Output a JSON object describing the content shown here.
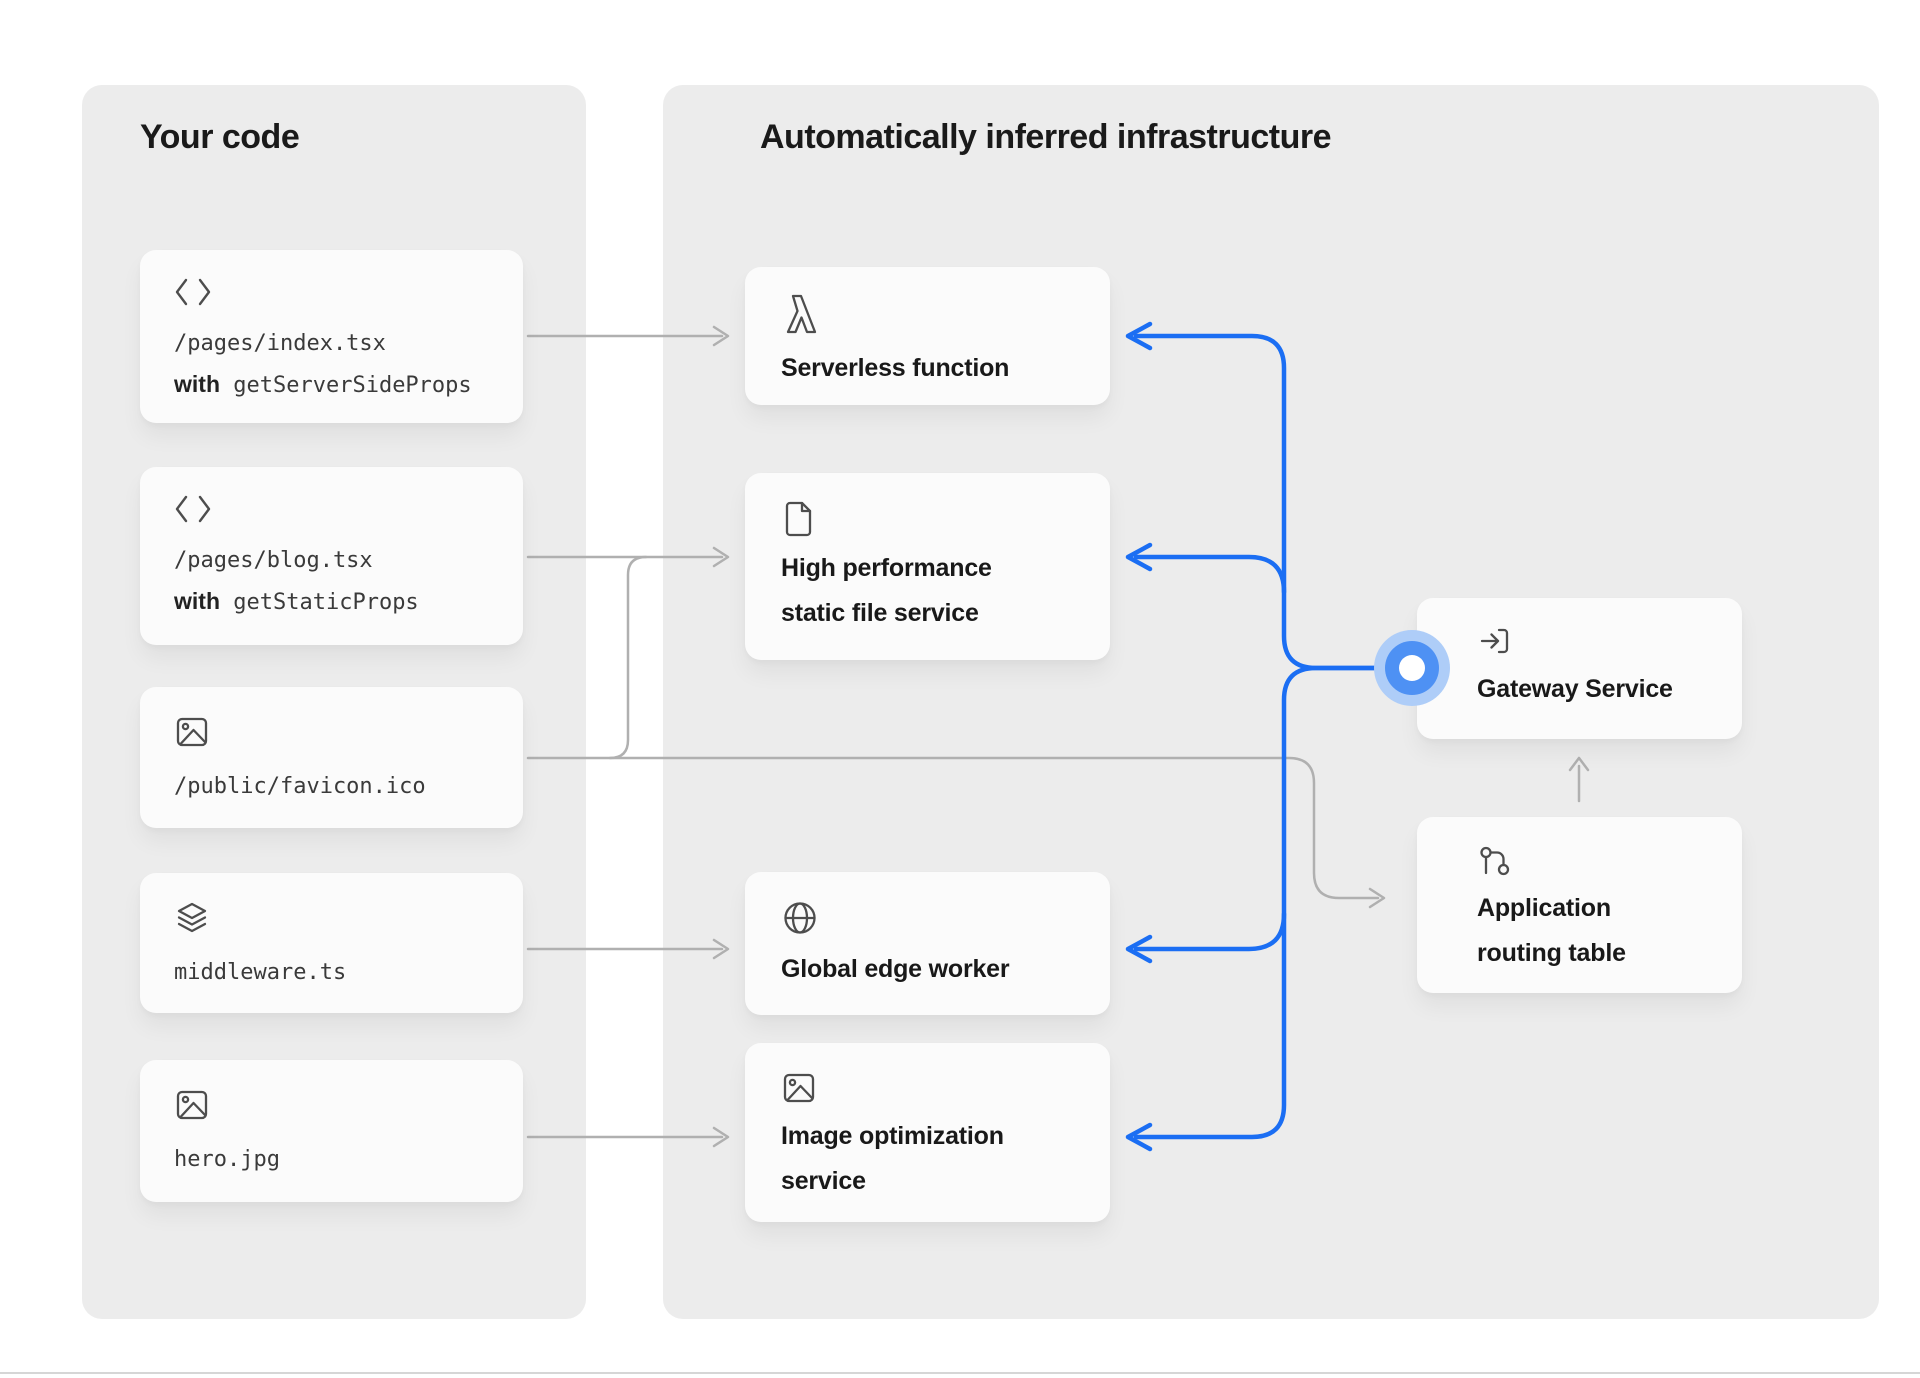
{
  "colors": {
    "page_bg": "#ffffff",
    "panel_bg": "#ececec",
    "card_bg": "#fbfbfb",
    "heading_text": "#1a1a1a",
    "mono_text": "#3a3a3a",
    "gray_connector": "#b0b0b0",
    "blue_connector": "#1b6ef3",
    "node_outer": "#aecdf8",
    "node_ring": "#4e91f4",
    "node_core": "#ffffff",
    "bottom_divider": "#d6d6d6"
  },
  "left_panel": {
    "title": "Your code",
    "cards": [
      {
        "icon": "code-icon",
        "path": "/pages/index.tsx",
        "with_label": "with",
        "func": "getServerSideProps"
      },
      {
        "icon": "code-icon",
        "path": "/pages/blog.tsx",
        "with_label": "with",
        "func": "getStaticProps"
      },
      {
        "icon": "image-icon",
        "path": "/public/favicon.ico"
      },
      {
        "icon": "layers-icon",
        "path": "middleware.ts"
      },
      {
        "icon": "image-icon",
        "path": "hero.jpg"
      }
    ]
  },
  "right_panel": {
    "title": "Automatically inferred infrastructure",
    "services": [
      {
        "icon": "lambda-icon",
        "label": "Serverless function"
      },
      {
        "icon": "file-icon",
        "label": "High performance static file service"
      },
      {
        "icon": "globe-icon",
        "label": "Global edge worker"
      },
      {
        "icon": "image-icon",
        "label": "Image optimization service"
      }
    ],
    "gateway": {
      "icon": "enter-icon",
      "label": "Gateway Service"
    },
    "routing": {
      "icon": "route-icon",
      "label": "Application routing table"
    }
  }
}
